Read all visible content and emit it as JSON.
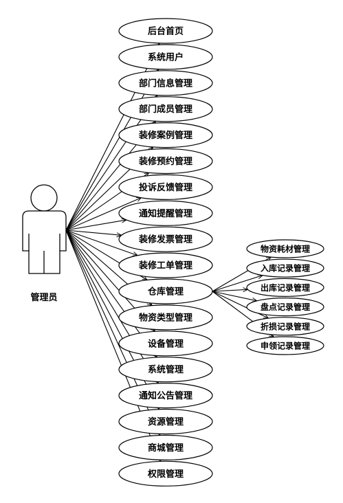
{
  "diagram": {
    "actor": {
      "label": "管理员"
    },
    "use_cases": [
      "后台首页",
      "系统用户",
      "部门信息管理",
      "部门成员管理",
      "装修案例管理",
      "装修预约管理",
      "投诉反馈管理",
      "通知提醒管理",
      "装修发票管理",
      "装修工单管理",
      "仓库管理",
      "物资类型管理",
      "设备管理",
      "系统管理",
      "通知公告管理",
      "资源管理",
      "商城管理",
      "权限管理"
    ],
    "warehouse_sub_cases": [
      "物资耗材管理",
      "入库记录管理",
      "出库记录管理",
      "盘点记录管理",
      "折损记录管理",
      "申领记录管理"
    ]
  }
}
